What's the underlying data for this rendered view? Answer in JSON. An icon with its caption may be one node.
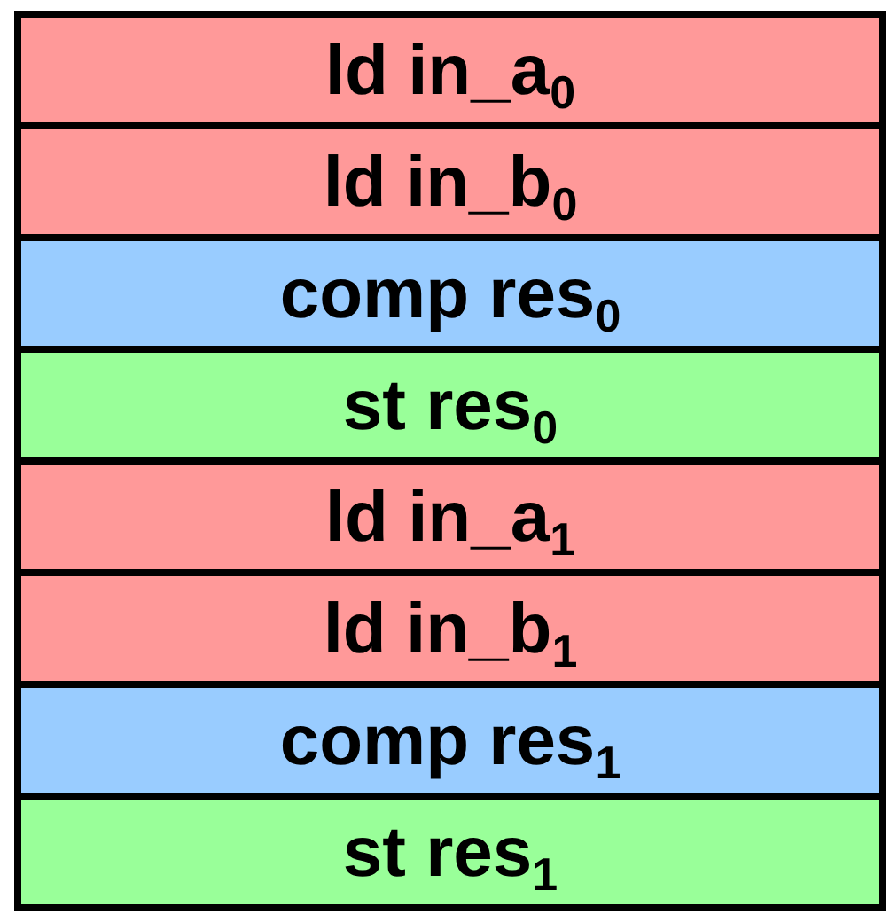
{
  "diagram": {
    "nodes": [
      {
        "text": [
          "ld in_a$_{0}$"
        ]
      },
      {
        "text": [
          "ld in_b$_{0}$"
        ]
      },
      {
        "text": [
          "comp res$_{0}$"
        ]
      },
      {
        "text": [
          "st res$_{0}$"
        ]
      },
      {
        "text": [
          "ld in_a$_{1}$"
        ]
      },
      {
        "text": [
          "ld in_b$_{1}$"
        ]
      },
      {
        "text": [
          "comp res$_{1}$"
        ]
      },
      {
        "text": [
          "st res$_{1}$"
        ]
      }
    ]
  }
}
